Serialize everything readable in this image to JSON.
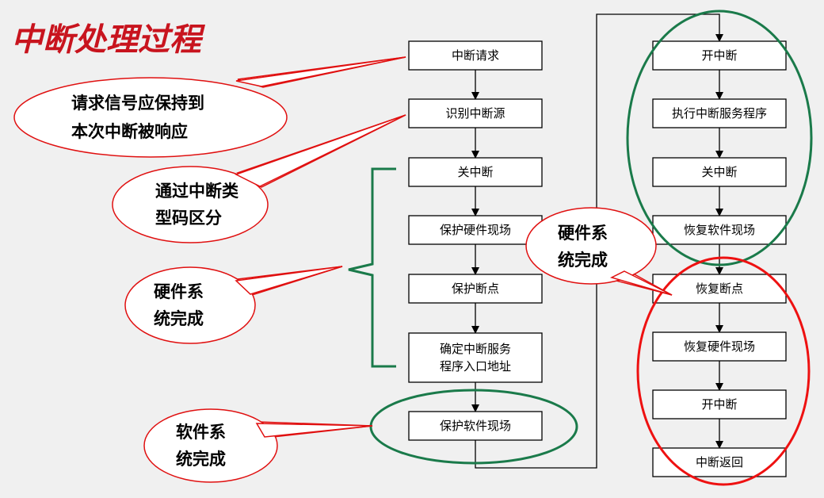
{
  "title": "中断处理过程",
  "flow_left": [
    {
      "id": "l1",
      "lines": [
        "中断请求"
      ]
    },
    {
      "id": "l2",
      "lines": [
        "识别中断源"
      ]
    },
    {
      "id": "l3",
      "lines": [
        "关中断"
      ]
    },
    {
      "id": "l4",
      "lines": [
        "保护硬件现场"
      ]
    },
    {
      "id": "l5",
      "lines": [
        "保护断点"
      ]
    },
    {
      "id": "l6",
      "lines": [
        "确定中断服务",
        "程序入口地址"
      ]
    },
    {
      "id": "l7",
      "lines": [
        "保护软件现场"
      ]
    }
  ],
  "flow_right": [
    {
      "id": "r1",
      "lines": [
        "开中断"
      ]
    },
    {
      "id": "r2",
      "lines": [
        "执行中断服务程序"
      ]
    },
    {
      "id": "r3",
      "lines": [
        "关中断"
      ]
    },
    {
      "id": "r4",
      "lines": [
        "恢复软件现场"
      ]
    },
    {
      "id": "r5",
      "lines": [
        "恢复断点"
      ]
    },
    {
      "id": "r6",
      "lines": [
        "恢复硬件现场"
      ]
    },
    {
      "id": "r7",
      "lines": [
        "开中断"
      ]
    },
    {
      "id": "r8",
      "lines": [
        "中断返回"
      ]
    }
  ],
  "callouts": [
    {
      "id": "c1",
      "lines": [
        "请求信号应保持到",
        "本次中断被响应"
      ]
    },
    {
      "id": "c2",
      "lines": [
        "通过中断类",
        "型码区分"
      ]
    },
    {
      "id": "c3",
      "lines": [
        "硬件系",
        "统完成"
      ]
    },
    {
      "id": "c4",
      "lines": [
        "软件系",
        "统完成"
      ]
    },
    {
      "id": "c5",
      "lines": [
        "硬件系",
        "统完成"
      ]
    }
  ],
  "colors": {
    "title": "#c8141e",
    "callout_border": "#e01010",
    "green_outline": "#1a7a4a",
    "red_outline": "#ee1111"
  }
}
